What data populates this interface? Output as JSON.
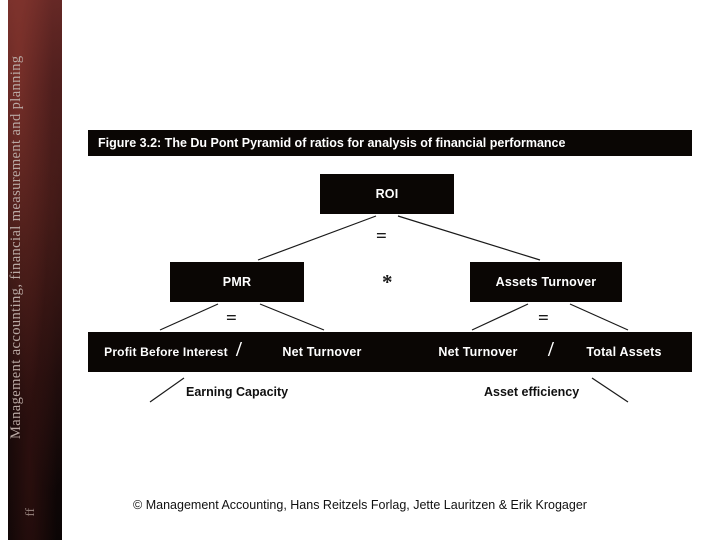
{
  "sidebar": {
    "title": "Management accounting, financial measurement and planning",
    "mark": "ff"
  },
  "figure": {
    "caption": "Figure 3.2: The Du Pont Pyramid of ratios for analysis of financial performance",
    "boxes": {
      "roi": "ROI",
      "pmr": "PMR",
      "assets_turnover": "Assets Turnover",
      "profit_before_interest": "Profit Before Interest",
      "net_turnover_left": "Net Turnover",
      "net_turnover_right": "Net Turnover",
      "total_assets": "Total Assets"
    },
    "operators": {
      "equals_top": "=",
      "multiply": "*",
      "equals_left": "=",
      "equals_right": "=",
      "divide_left": "/",
      "divide_right": "/"
    },
    "notes": {
      "earning_capacity": "Earning Capacity",
      "asset_efficiency": "Asset efficiency"
    }
  },
  "footer": {
    "copyright": "© Management Accounting, Hans Reitzels Forlag, Jette Lauritzen & Erik Krogager"
  },
  "colors": {
    "box_fill": "#0a0604",
    "box_text": "#ffffff",
    "page_bg": "#ffffff",
    "sidebar_dark": "#150909",
    "sidebar_accent": "#6b2b28"
  }
}
